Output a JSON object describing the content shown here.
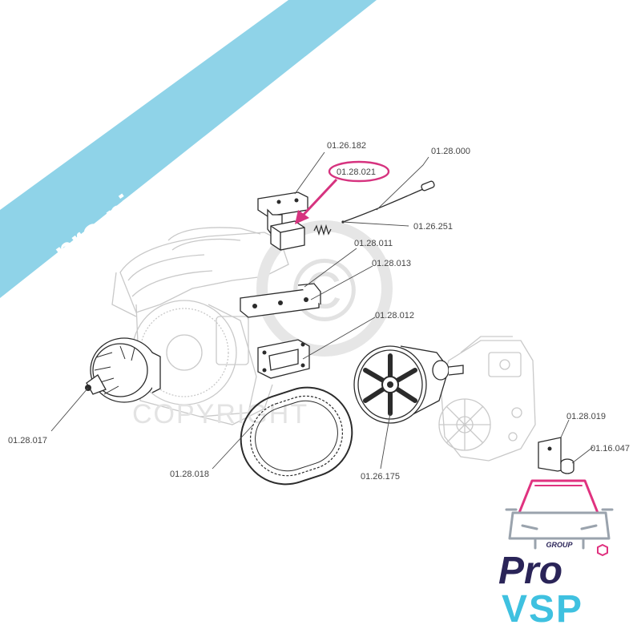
{
  "banner": {
    "text": "pro-piece-vsp.com",
    "color": "#8fd3e8"
  },
  "watermark": {
    "symbol": "©",
    "text": "COPYRIGHT"
  },
  "parts": [
    {
      "ref": "01.26.182"
    },
    {
      "ref": "01.28.021",
      "highlighted": true
    },
    {
      "ref": "01.28.000"
    },
    {
      "ref": "01.26.251"
    },
    {
      "ref": "01.28.011"
    },
    {
      "ref": "01.28.013"
    },
    {
      "ref": "01.28.012"
    },
    {
      "ref": "01.28.017"
    },
    {
      "ref": "01.28.018"
    },
    {
      "ref": "01.26.175"
    },
    {
      "ref": "01.28.019"
    },
    {
      "ref": "01.16.047"
    }
  ],
  "highlight_color": "#d6337f",
  "logo": {
    "tag": "GROUP",
    "line1": "Pro",
    "line2": "VSP",
    "color1": "#2a2458",
    "color2": "#3fc1e0",
    "accent": "#e0327f"
  }
}
